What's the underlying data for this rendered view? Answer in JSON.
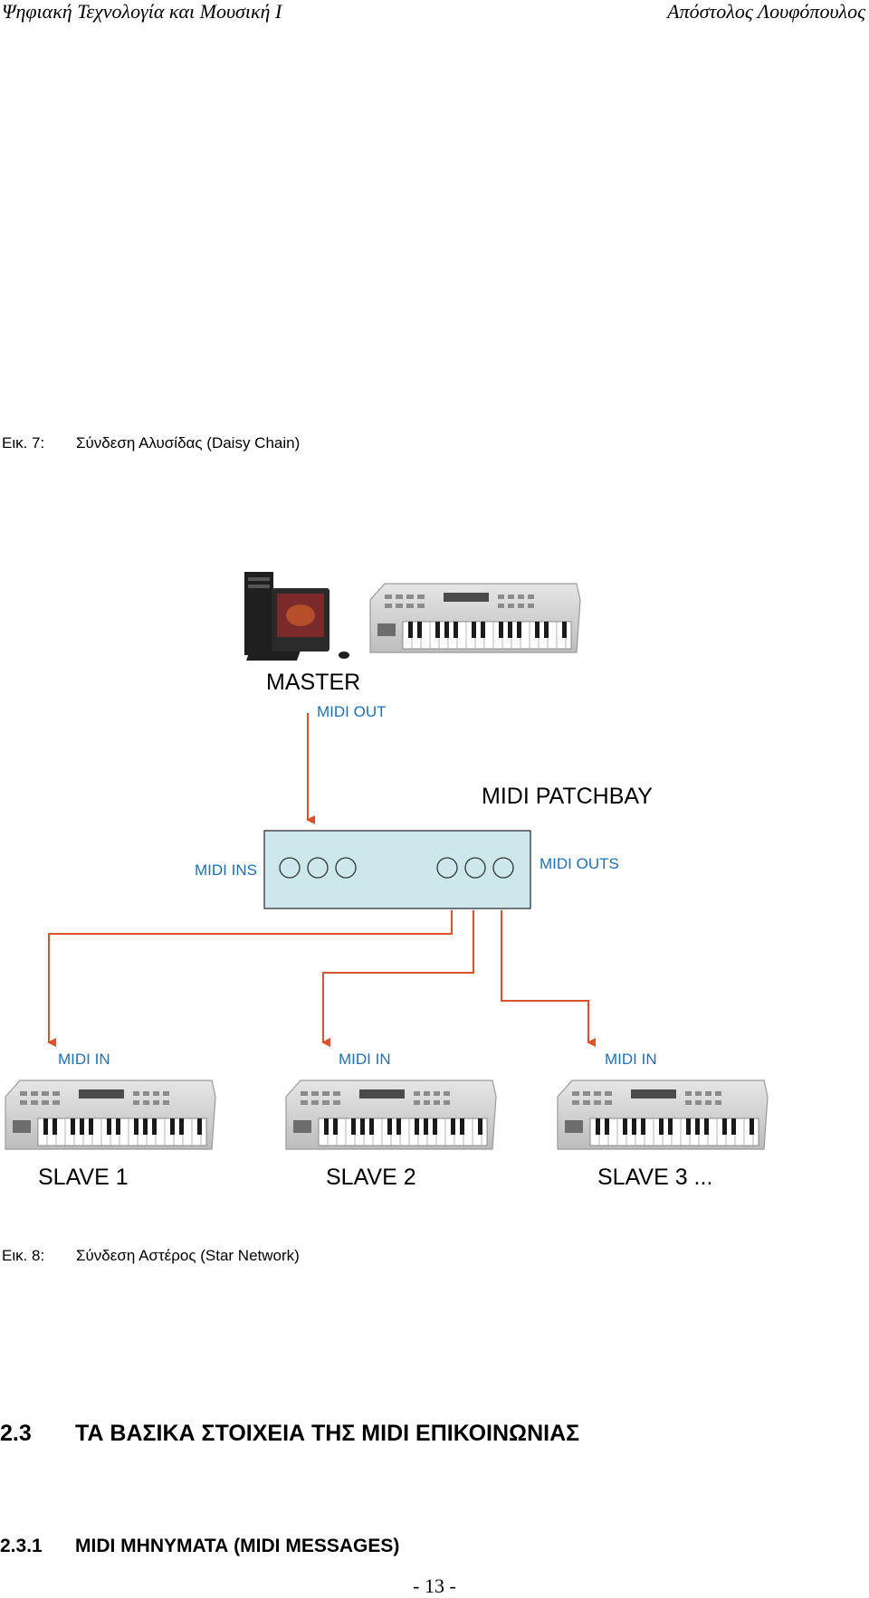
{
  "header": {
    "left": "Ψηφιακή Τεχνολογία και Μουσική Ι",
    "right": "Απόστολος Λουφόπουλος"
  },
  "figure7": {
    "number": "Εικ. 7:",
    "caption": "Σύνδεση Αλυσίδας (Daisy Chain)"
  },
  "diagram": {
    "master_label": "MASTER",
    "master_midi_out": "MIDI OUT",
    "patchbay_label": "MIDI PATCHBAY",
    "midi_ins": "MIDI INS",
    "midi_outs": "MIDI OUTS",
    "slaves": [
      {
        "midi_in": "MIDI IN",
        "name": "SLAVE 1"
      },
      {
        "midi_in": "MIDI IN",
        "name": "SLAVE 2"
      },
      {
        "midi_in": "MIDI IN",
        "name": "SLAVE 3 ..."
      }
    ],
    "colors": {
      "arrow": "#d9532f",
      "patchbay_fill": "#cde8ec",
      "label_blue": "#1f6fb6"
    }
  },
  "figure8": {
    "number": "Εικ. 8:",
    "caption": "Σύνδεση Αστέρος (Star Network)"
  },
  "section": {
    "number": "2.3",
    "title": "ΤΑ ΒΑΣΙΚΑ ΣΤΟΙΧΕΙΑ ΤΗΣ MIDI ΕΠΙΚΟΙΝΩΝΙΑΣ"
  },
  "subsection": {
    "number": "2.3.1",
    "title": "MIDI ΜΗΝΥΜΑΤΑ (MIDI MESSAGES)"
  },
  "page_number": "- 13 -"
}
